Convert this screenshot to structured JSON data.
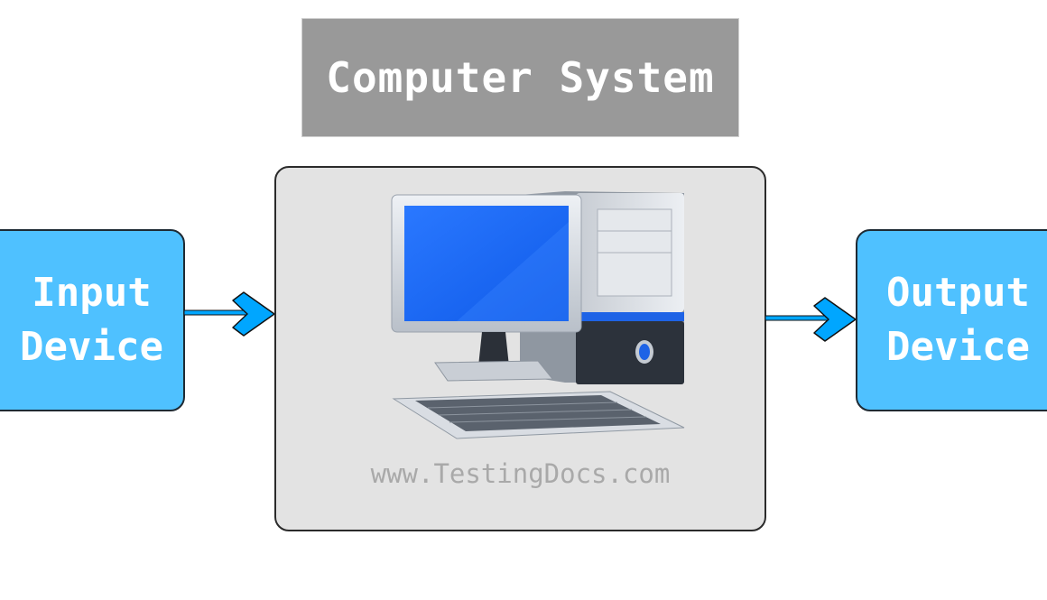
{
  "diagram": {
    "title": "Computer System",
    "input_device": {
      "label_line1": "Input",
      "label_line2": "Device"
    },
    "output_device": {
      "label_line1": "Output",
      "label_line2": "Device"
    },
    "system": {
      "watermark": "www.TestingDocs.com",
      "icon": "desktop-computer-icon"
    },
    "arrows": [
      {
        "from": "Input Device",
        "to": "Computer System"
      },
      {
        "from": "Computer System",
        "to": "Output Device"
      }
    ],
    "colors": {
      "title_bg": "#999999",
      "device_bg": "#4fc1ff",
      "arrow_fill": "#00a6ff",
      "system_bg": "#e3e3e3",
      "screen": "#1f6bff"
    }
  }
}
